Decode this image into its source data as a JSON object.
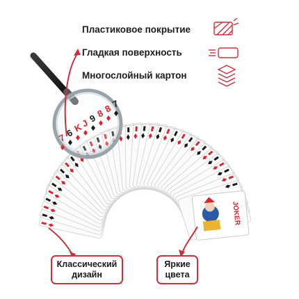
{
  "features": [
    {
      "label": "Пластиковое покрытие",
      "icon": "plastic-coating-icon"
    },
    {
      "label": "Гладкая поверхность",
      "icon": "smooth-surface-icon"
    },
    {
      "label": "Многослойный картон",
      "icon": "layered-cardboard-icon"
    }
  ],
  "callouts": {
    "classic_design": {
      "line1": "Классический",
      "line2": "дизайн"
    },
    "bright_colors": {
      "line1": "Яркие",
      "line2": "цвета"
    }
  },
  "joker_text": "JOKER",
  "magnified_indices": [
    "7",
    "6",
    "K",
    "J",
    "9",
    "8",
    "8",
    "7"
  ],
  "colors": {
    "accent": "#c8303a",
    "text": "#1c1c1c",
    "card_red": "#d8262e",
    "card_black": "#1a1a1a"
  }
}
